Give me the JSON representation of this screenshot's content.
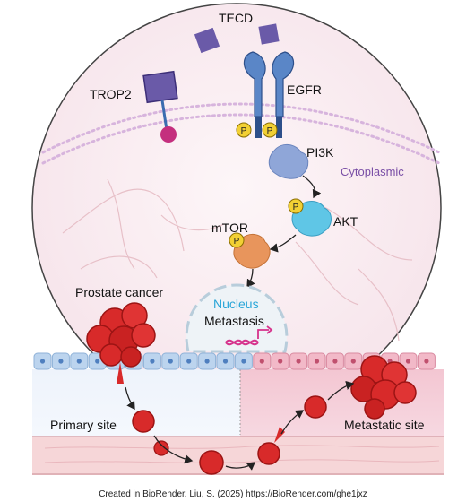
{
  "labels": {
    "tecd": "TECD",
    "trop2": "TROP2",
    "egfr": "EGFR",
    "pi3k": "PI3K",
    "cytoplasmic": "Cytoplasmic",
    "akt": "AKT",
    "mtor": "mTOR",
    "prostate_cancer": "Prostate cancer",
    "nucleus": "Nucleus",
    "metastasis": "Metastasis",
    "primary_site": "Primary site",
    "metastatic_site": "Metastatic site",
    "phospho": "P"
  },
  "credit": "Created in BioRender. Liu, S. (2025) https://BioRender.com/ghe1jxz",
  "colors": {
    "cell_fill": "#fbf0f3",
    "membrane": "#e2c8e6",
    "receptor_blue": "#5a86c7",
    "ligand_purple": "#6a5aa8",
    "pi3k": "#8fa6d8",
    "akt": "#5fc6e6",
    "mtor": "#e8955c",
    "phospho_yellow": "#f2d034",
    "tumor_red": "#d82a2a",
    "epithelium_blue": "#bcd4ee",
    "epithelium_pink": "#f2b9c8",
    "vessel_pink": "#f6d6d8",
    "dna_magenta": "#d6338c"
  }
}
